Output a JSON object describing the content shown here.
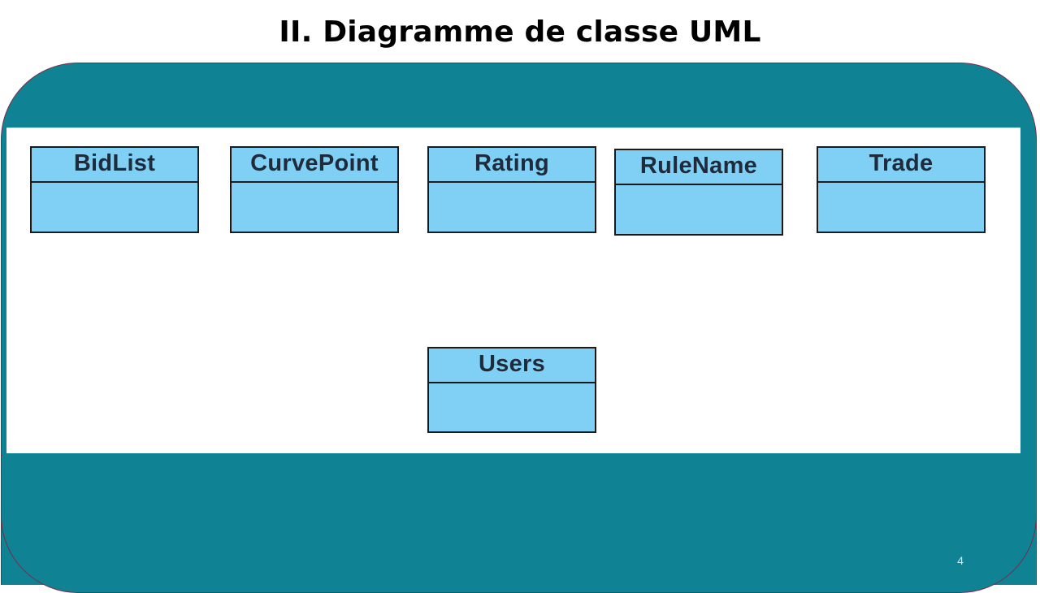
{
  "slide": {
    "title": "II. Diagramme de classe UML",
    "page_number": "4"
  },
  "diagram": {
    "classes": [
      {
        "name": "BidList"
      },
      {
        "name": "CurvePoint"
      },
      {
        "name": "Rating"
      },
      {
        "name": "RuleName"
      },
      {
        "name": "Trade"
      },
      {
        "name": "Users"
      }
    ]
  },
  "colors": {
    "panel": "#0f8294",
    "class_fill": "#7fd0f4",
    "class_border": "#1a1a1a",
    "title_text": "#000000"
  }
}
